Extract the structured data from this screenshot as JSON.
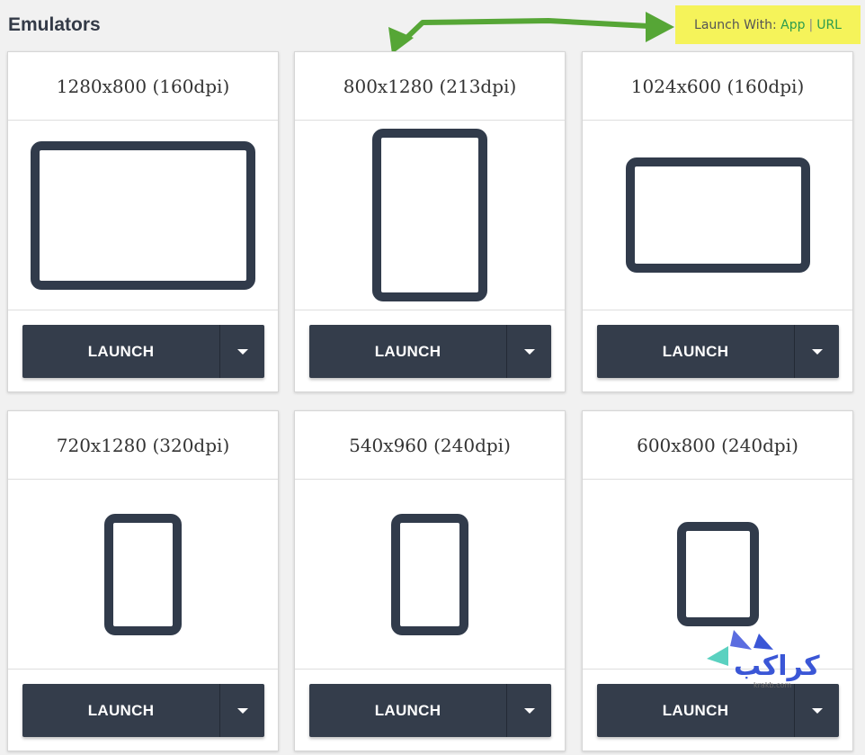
{
  "page": {
    "title": "Emulators"
  },
  "launch_with": {
    "label": "Launch With:",
    "app": "App",
    "separator": "|",
    "url": "URL"
  },
  "colors": {
    "button": "#343d4b",
    "device": "#313b4b",
    "highlight": "#f5f35a",
    "arrow": "#56a636",
    "link": "#2c9c4e"
  },
  "emulators": [
    {
      "label": "1280x800 (160dpi)",
      "button": "LAUNCH"
    },
    {
      "label": "800x1280 (213dpi)",
      "button": "LAUNCH"
    },
    {
      "label": "1024x600 (160dpi)",
      "button": "LAUNCH"
    },
    {
      "label": "720x1280 (320dpi)",
      "button": "LAUNCH"
    },
    {
      "label": "540x960 (240dpi)",
      "button": "LAUNCH"
    },
    {
      "label": "600x800 (240dpi)",
      "button": "LAUNCH"
    }
  ],
  "watermark": {
    "text": "کراکب",
    "subtext": "krakb.com"
  }
}
